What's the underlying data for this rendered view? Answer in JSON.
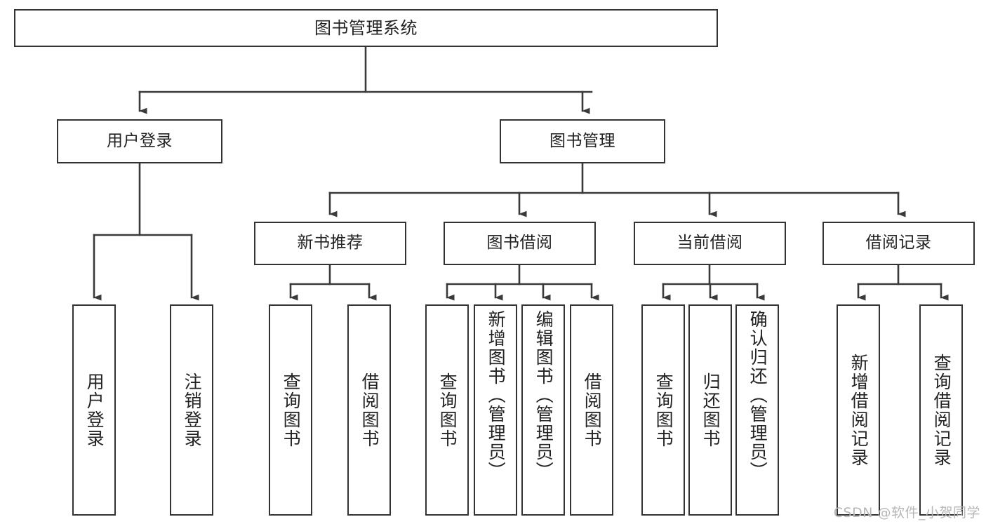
{
  "diagram": {
    "title": "图书管理系统",
    "watermark": "CSDN @软件_小贺同学",
    "colors": {
      "box_border": "#333333",
      "edge": "#3a3a3a",
      "background": "#ffffff",
      "text": "#222222",
      "watermark": "#b7b7b7"
    },
    "nodes": {
      "root": {
        "label": "图书管理系统"
      },
      "level2": [
        {
          "id": "user-login",
          "label": "用户登录"
        },
        {
          "id": "book-manage",
          "label": "图书管理"
        }
      ],
      "level3": [
        {
          "id": "new-book-recommend",
          "label": "新书推荐"
        },
        {
          "id": "book-borrow",
          "label": "图书借阅"
        },
        {
          "id": "current-borrow",
          "label": "当前借阅"
        },
        {
          "id": "borrow-record",
          "label": "借阅记录"
        }
      ],
      "leaves": {
        "user_login": [
          {
            "id": "leaf-user-login",
            "label": "用户登录"
          },
          {
            "id": "leaf-logout-login",
            "label": "注销登录"
          }
        ],
        "new_book_recommend": [
          {
            "id": "leaf-query-book-1",
            "label": "查询图书"
          },
          {
            "id": "leaf-borrow-book-1",
            "label": "借阅图书"
          }
        ],
        "book_borrow": [
          {
            "id": "leaf-query-book-2",
            "label": "查询图书"
          },
          {
            "id": "leaf-add-book",
            "label": "新增图书（管理员）"
          },
          {
            "id": "leaf-edit-book",
            "label": "编辑图书（管理员）"
          },
          {
            "id": "leaf-borrow-book-2",
            "label": "借阅图书"
          }
        ],
        "current_borrow": [
          {
            "id": "leaf-query-book-3",
            "label": "查询图书"
          },
          {
            "id": "leaf-return-book",
            "label": "归还图书"
          },
          {
            "id": "leaf-confirm-return",
            "label": "确认归还（管理员）"
          }
        ],
        "borrow_record": [
          {
            "id": "leaf-add-record",
            "label": "新增借阅记录"
          },
          {
            "id": "leaf-query-record",
            "label": "查询借阅记录"
          }
        ]
      }
    }
  }
}
